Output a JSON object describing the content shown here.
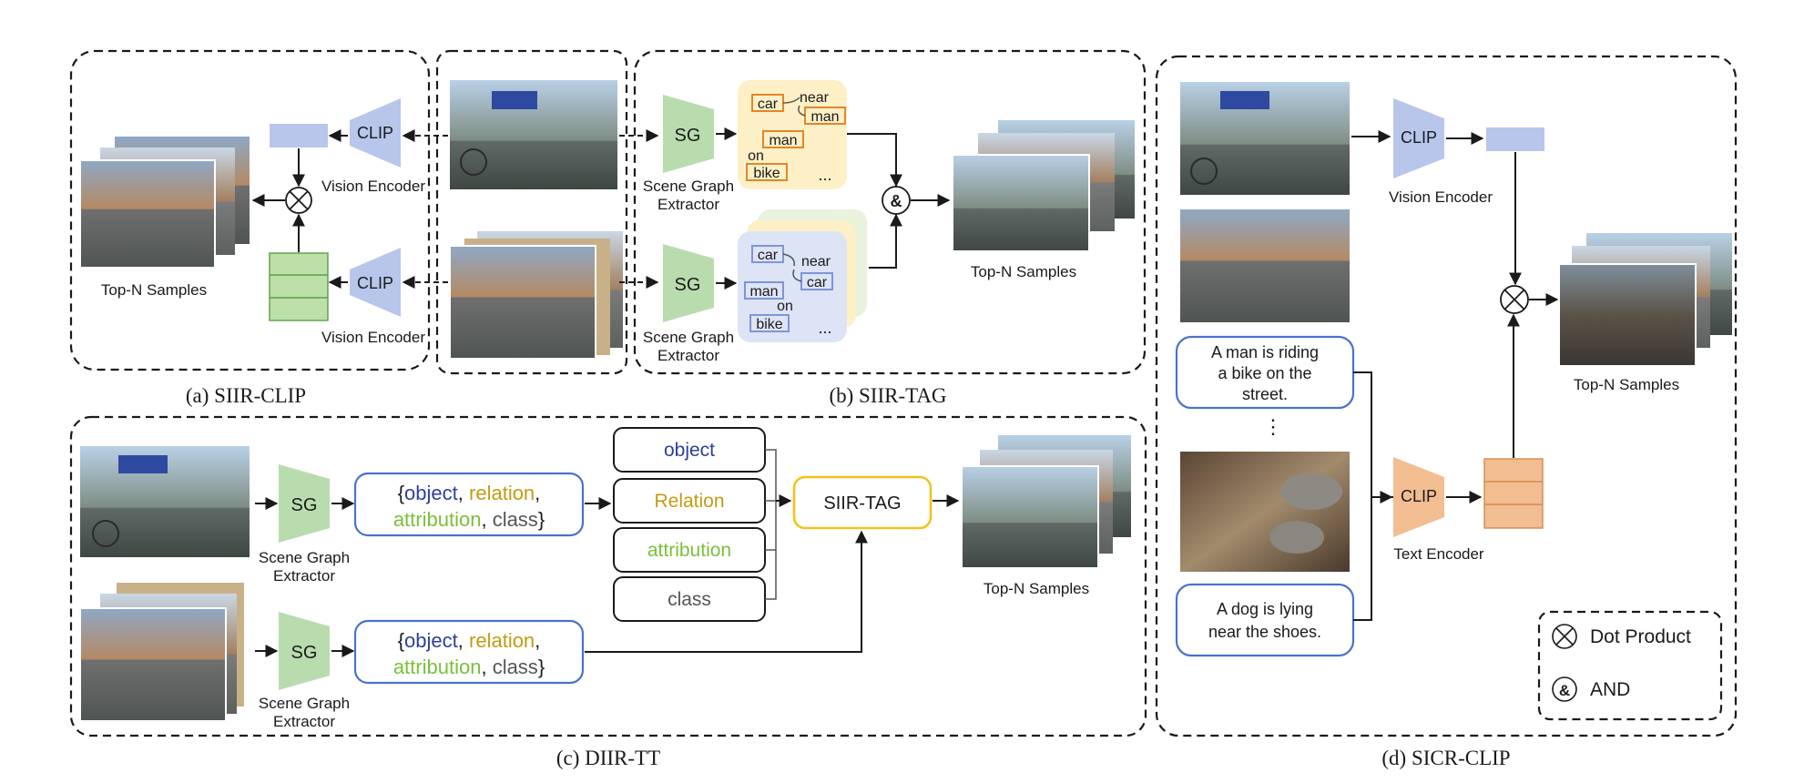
{
  "colors": {
    "clip_fill": "#b7c6ea",
    "sg_fill": "#b9dcae",
    "text_enc_fill": "#f3bd92",
    "yellow_bg": "#fdf0c6",
    "blue_bg": "#dde4f6",
    "green_bg": "#e8f2dc",
    "tag_orange": "#e0862b",
    "tag_blue": "#7d95d8",
    "object_color": "#2f3f9c",
    "relation_color": "#c49a12",
    "attribution_color": "#7bbf3a",
    "class_color": "#555555",
    "siir_border": "#f2c21b",
    "caption_border": "#4b72cc"
  },
  "icons": {
    "dot_product": "circled-times",
    "and": "circled-ampersand"
  },
  "panel_a": {
    "clip_top": "CLIP",
    "clip_bottom": "CLIP",
    "vision_encoder_top": "Vision Encoder",
    "vision_encoder_bottom": "Vision Encoder",
    "top_n": "Top-N Samples",
    "caption": "(a) SIIR-CLIP"
  },
  "panel_b": {
    "sg_top": "SG",
    "sg_bottom": "SG",
    "extractor_top_1": "Scene Graph",
    "extractor_top_2": "Extractor",
    "extractor_bottom_1": "Scene Graph",
    "extractor_bottom_2": "Extractor",
    "graph_top": {
      "car": "car",
      "near": "near",
      "man1": "man",
      "man2": "man",
      "on": "on",
      "bike": "bike",
      "dots": "..."
    },
    "graph_bottom": {
      "car1": "car",
      "near": "near",
      "car2": "car",
      "man": "man",
      "on": "on",
      "bike": "bike",
      "dots": "..."
    },
    "and_symbol": "&",
    "top_n": "Top-N Samples",
    "caption": "(b) SIIR-TAG"
  },
  "panel_c": {
    "sg_top": "SG",
    "sg_bottom": "SG",
    "extractor_top_1": "Scene Graph",
    "extractor_top_2": "Extractor",
    "extractor_bottom_1": "Scene Graph",
    "extractor_bottom_2": "Extractor",
    "set_top": {
      "open": "{",
      "object": "object",
      "comma1": ",",
      "relation": "relation",
      "comma2": ",",
      "attribution": "attribution",
      "comma3": ",",
      "class": "class",
      "close": "}"
    },
    "set_bottom": {
      "open": "{",
      "object": "object",
      "comma1": ",",
      "relation": "relation",
      "comma2": ",",
      "attribution": "attribution",
      "comma3": ",",
      "class": "class",
      "close": "}"
    },
    "stack": {
      "object": "object",
      "relation": "Relation",
      "attribution": "attribution",
      "class": "class"
    },
    "siir_tag": "SIIR-TAG",
    "top_n": "Top-N Samples",
    "caption": "(c) DIIR-TT"
  },
  "panel_d": {
    "clip_vision": "CLIP",
    "vision_encoder": "Vision Encoder",
    "caption_1_line1": "A man is riding",
    "caption_1_line2": "a bike on the",
    "caption_1_line3": "street.",
    "ellipsis": "⋮",
    "caption_2_line1": "A dog is lying",
    "caption_2_line2": "near the shoes.",
    "clip_text": "CLIP",
    "text_encoder": "Text Encoder",
    "top_n": "Top-N Samples",
    "legend_dot_product": "Dot Product",
    "legend_and_symbol": "&",
    "legend_and": "AND",
    "caption": "(d) SICR-CLIP"
  }
}
